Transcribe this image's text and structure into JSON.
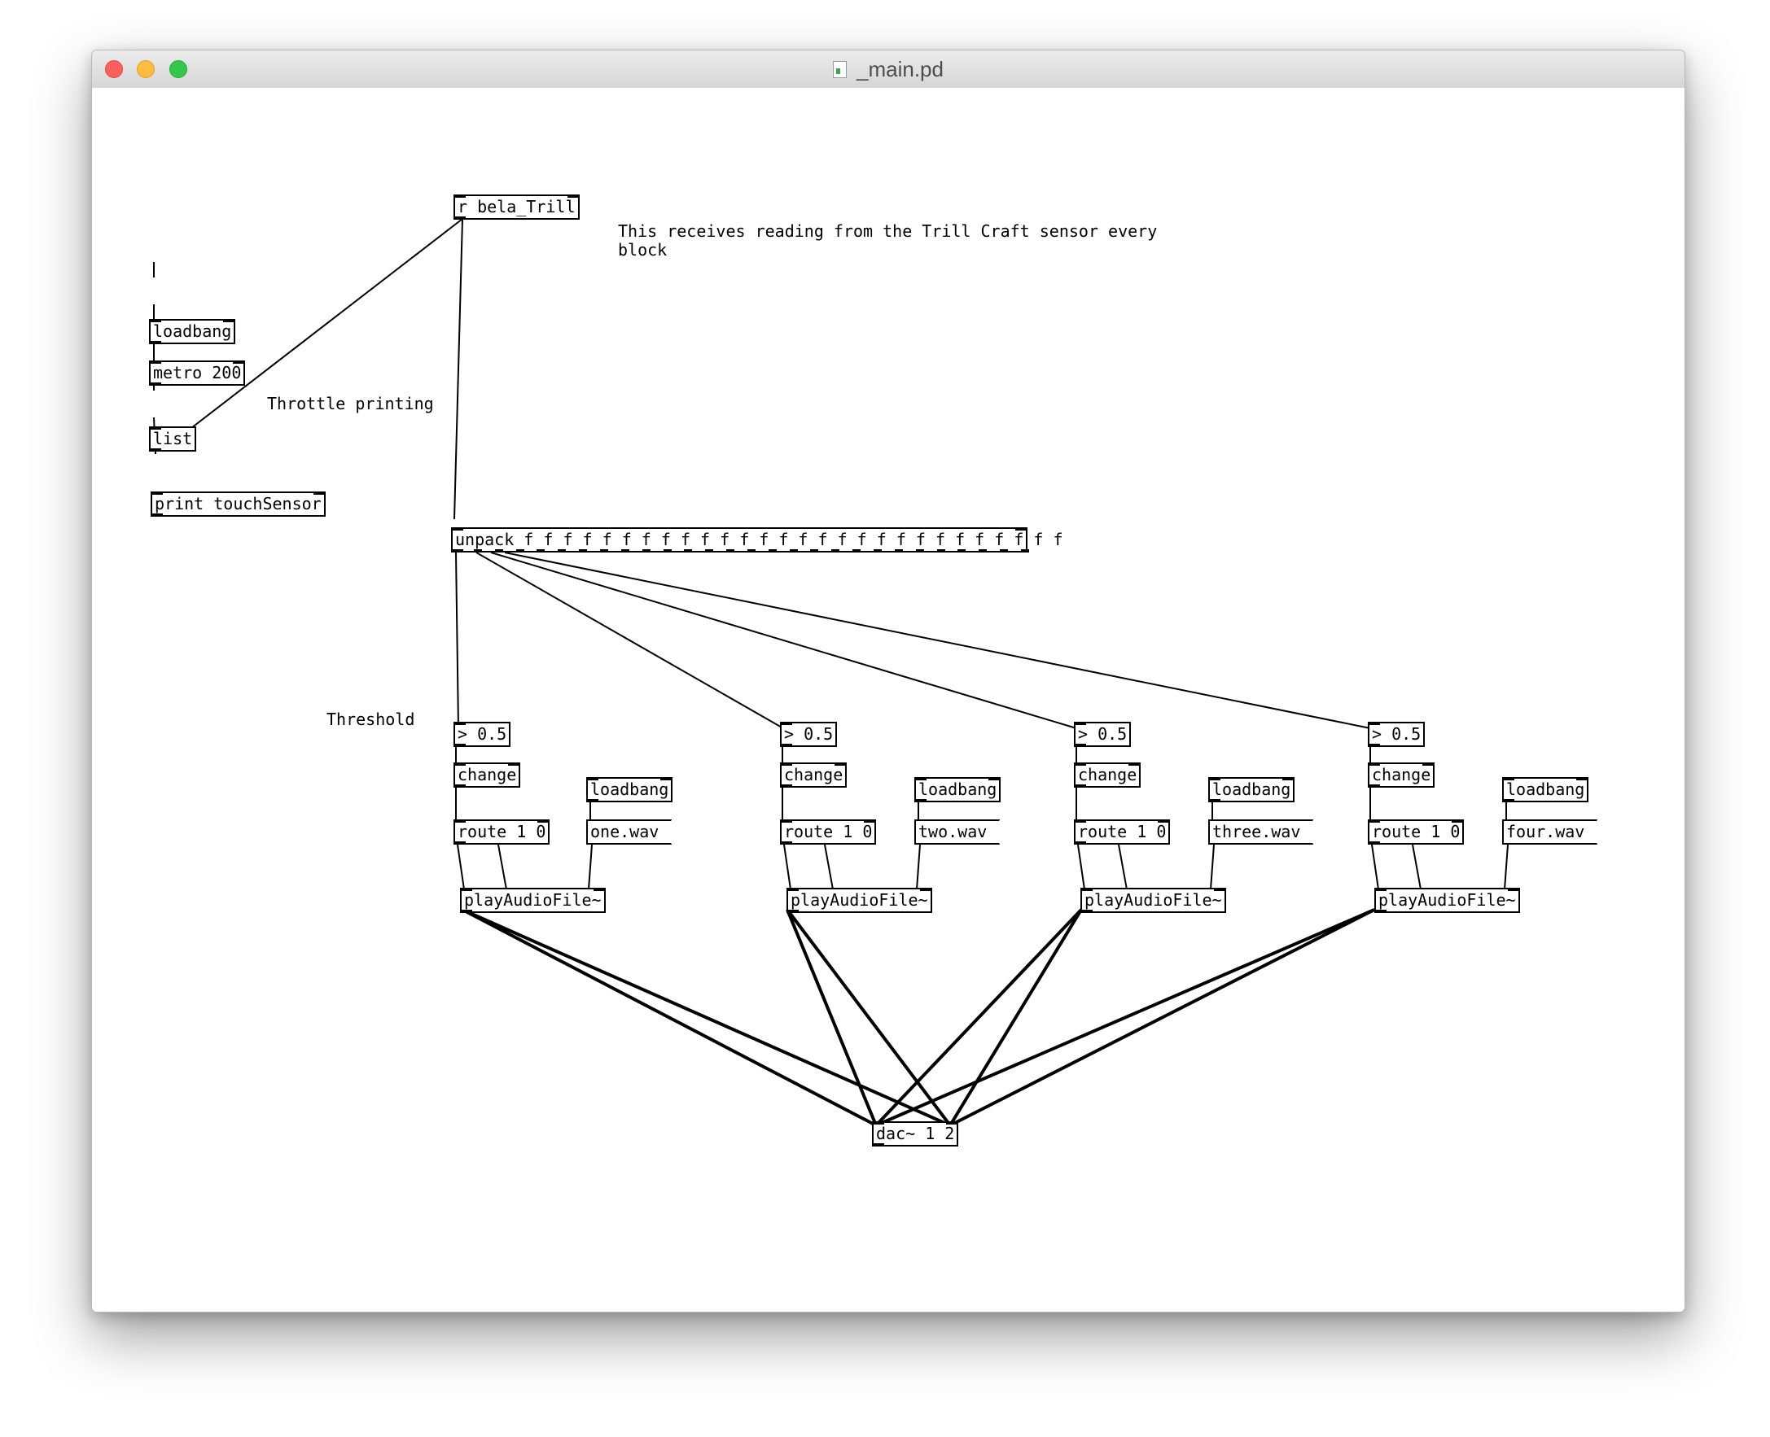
{
  "window": {
    "title": "_main.pd",
    "buttons": {
      "close": "close",
      "minimize": "minimize",
      "zoom": "zoom"
    },
    "title_icon": "pd-file-icon"
  },
  "patch": {
    "objects": {
      "r_bela_trill": "r bela_Trill",
      "loadbang_print": "loadbang",
      "metro": "metro 200",
      "list": "list",
      "print": "print touchSensor",
      "unpack": "unpack f f f f f f f f f f f f f f f f f f f f f f f f f f f f",
      "gt_1": "> 0.5",
      "gt_2": "> 0.5",
      "gt_3": "> 0.5",
      "gt_4": "> 0.5",
      "change_1": "change",
      "change_2": "change",
      "change_3": "change",
      "change_4": "change",
      "loadbang_1": "loadbang",
      "loadbang_2": "loadbang",
      "loadbang_3": "loadbang",
      "loadbang_4": "loadbang",
      "route_1": "route 1 0",
      "route_2": "route 1 0",
      "route_3": "route 1 0",
      "route_4": "route 1 0",
      "play_1": "playAudioFile~",
      "play_2": "playAudioFile~",
      "play_3": "playAudioFile~",
      "play_4": "playAudioFile~",
      "dac": "dac~ 1 2"
    },
    "messages": {
      "file_1": "one.wav",
      "file_2": "two.wav",
      "file_3": "three.wav",
      "file_4": "four.wav"
    },
    "comments": {
      "trill": "This receives reading from the Trill Craft sensor every block",
      "throttle": "Throttle printing",
      "threshold": "Threshold"
    }
  }
}
